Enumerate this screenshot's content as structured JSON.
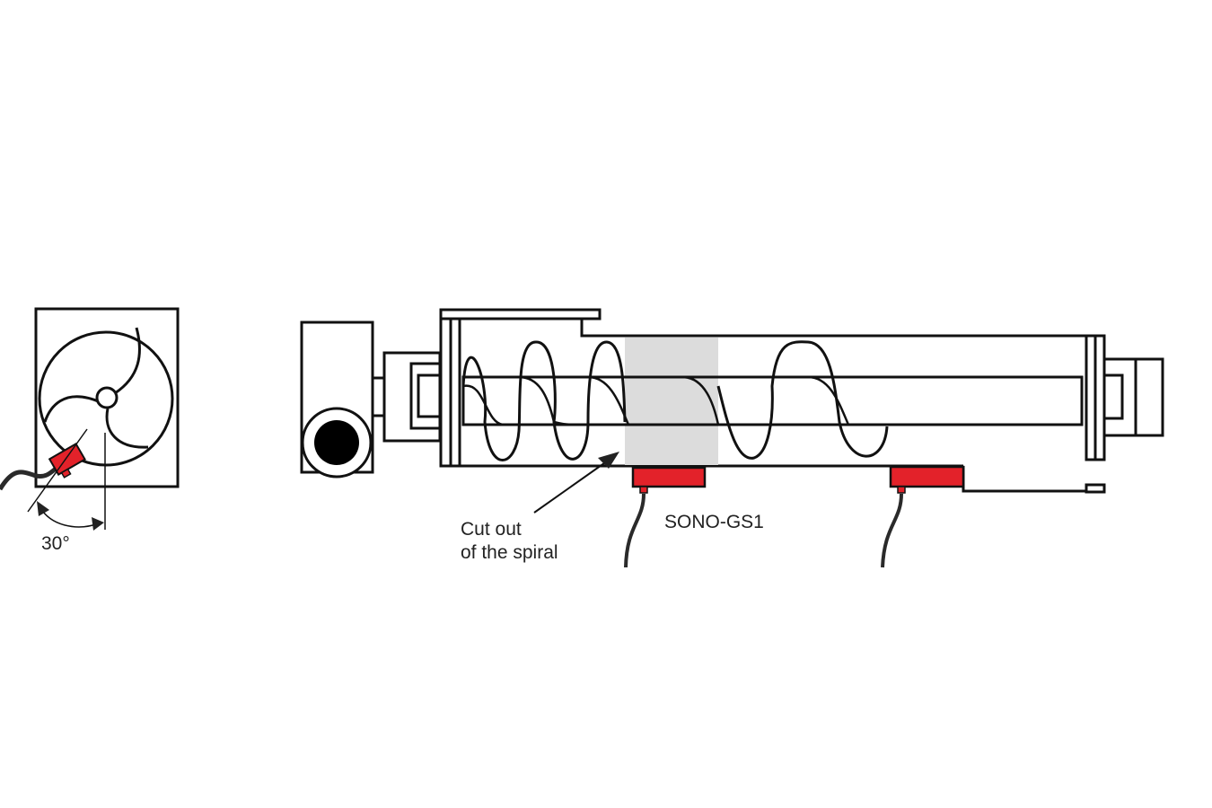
{
  "labels": {
    "angle": "30°",
    "cutout_line1": "Cut out",
    "cutout_line2": "of the spiral",
    "sensor": "SONO-GS1"
  },
  "colors": {
    "sensor": "#e3222a",
    "line": "#111111",
    "cutout": "#dcdcdc",
    "cable": "#2a2a2a"
  }
}
